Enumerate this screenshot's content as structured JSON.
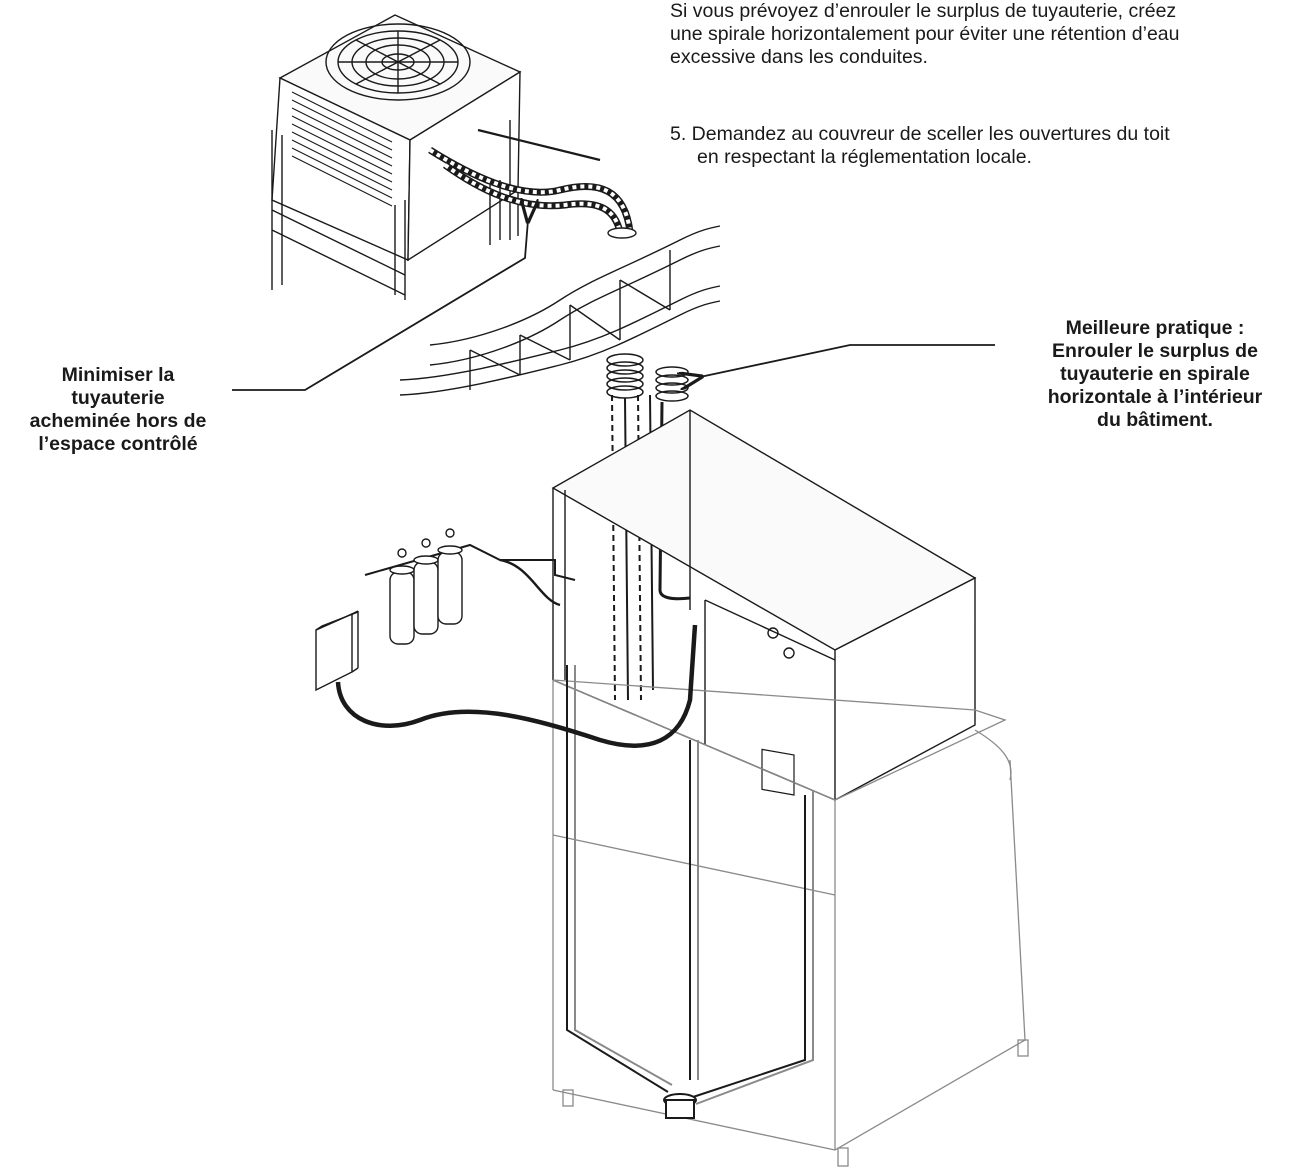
{
  "intro_paragraph": {
    "line1": "Si vous prévoyez d’enrouler le surplus de tuyauterie, créez",
    "line2": "une spirale horizontalement pour éviter une rétention d’eau",
    "line3": "excessive dans les conduites."
  },
  "step5": {
    "line1": "5. Demandez au couvreur de sceller les ouvertures du toit",
    "line2": "en respectant la réglementation locale."
  },
  "callouts": {
    "left": {
      "line1": "Minimiser la",
      "line2": "tuyauterie",
      "line3": "acheminée hors de",
      "line4": "l’espace contrôlé"
    },
    "right": {
      "line1": "Meilleure pratique :",
      "line2": "Enrouler le surplus de",
      "line3": "tuyauterie en spirale",
      "line4": "horizontale à l’intérieur",
      "line5": "du bâtiment."
    }
  },
  "colors": {
    "line": "#1a1a1a",
    "light_line": "#8a8a8a",
    "cabinet_fill": "#f7f7f7"
  }
}
